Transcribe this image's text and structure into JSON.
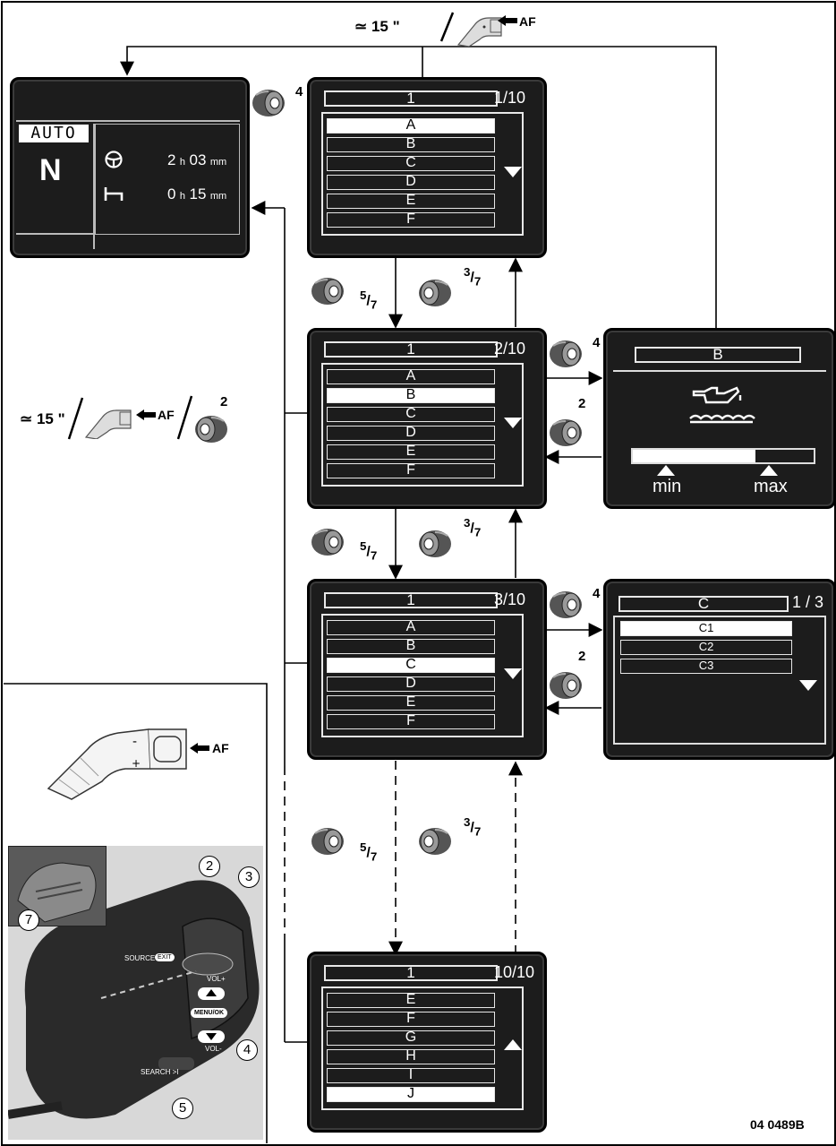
{
  "timer_label": "≃ 15 \"",
  "af_label": "AF",
  "trip_screen": {
    "mode": "AUTO",
    "gear": "N",
    "row1": {
      "hours": "2",
      "h_unit": "h",
      "mins": "03",
      "m_unit": "mm"
    },
    "row2": {
      "hours": "0",
      "h_unit": "h",
      "mins": "15",
      "m_unit": "mm"
    }
  },
  "menus": [
    {
      "header": "1",
      "count": "1/10",
      "items": [
        "A",
        "B",
        "C",
        "D",
        "E",
        "F"
      ],
      "selected": 0,
      "arrow": "down"
    },
    {
      "header": "1",
      "count": "2/10",
      "items": [
        "A",
        "B",
        "C",
        "D",
        "E",
        "F"
      ],
      "selected": 1,
      "arrow": "down"
    },
    {
      "header": "1",
      "count": "3/10",
      "items": [
        "A",
        "B",
        "C",
        "D",
        "E",
        "F"
      ],
      "selected": 2,
      "arrow": "down"
    },
    {
      "header": "1",
      "count": "10/10",
      "items": [
        "E",
        "F",
        "G",
        "H",
        "I",
        "J"
      ],
      "selected": 5,
      "arrow": "up"
    }
  ],
  "oil_screen": {
    "header": "B",
    "min_label": "min",
    "max_label": "max",
    "level": 0.68
  },
  "sub_screen": {
    "header": "C",
    "count": "1 / 3",
    "items": [
      "C1",
      "C2",
      "C3"
    ],
    "selected": 0,
    "arrow": "down"
  },
  "button_labels": {
    "b4": "4",
    "b2": "2",
    "b3_num": "3",
    "b3_den": "7",
    "b5_num": "5",
    "b5_den": "7"
  },
  "control_callouts": [
    "2",
    "3",
    "4",
    "5",
    "7"
  ],
  "stalk_labels": {
    "source": "SOURCE",
    "exit": "EXIT",
    "volplus": "VOL+",
    "menu": "MENU/OK",
    "volminus": "VOL-",
    "search": "SEARCH >I"
  },
  "figure_ref": "04 0489B"
}
